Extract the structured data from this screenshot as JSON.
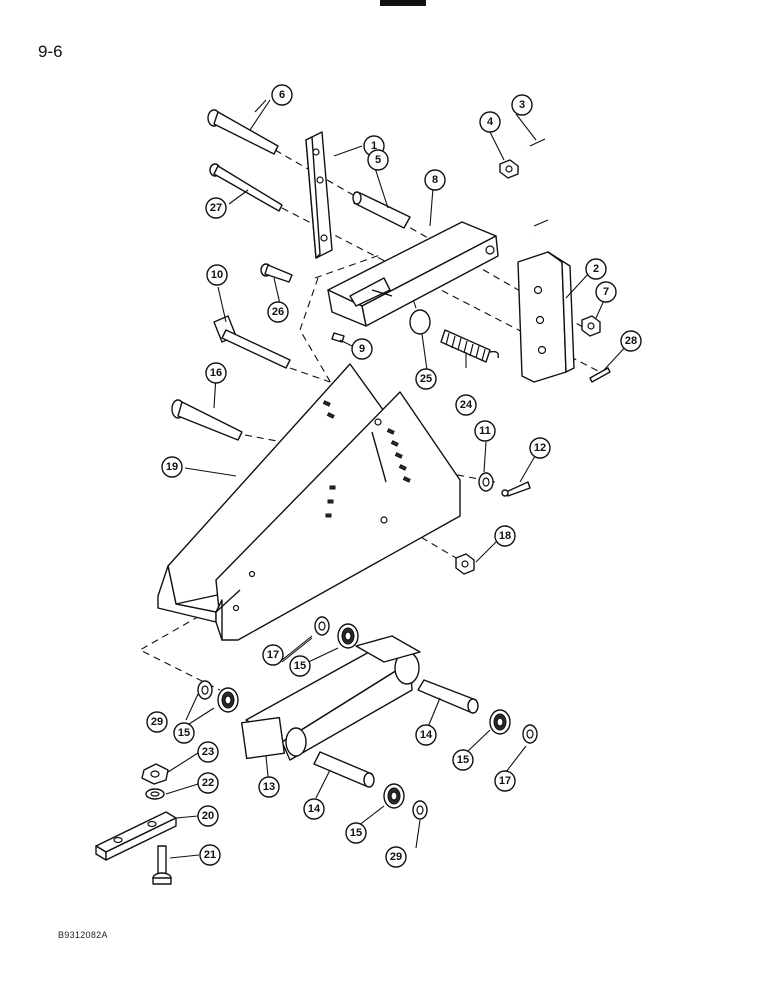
{
  "page": {
    "number": "9-6",
    "figure_code": "B9312082A"
  },
  "callouts": [
    "1",
    "2",
    "3",
    "4",
    "5",
    "6",
    "7",
    "8",
    "9",
    "10",
    "11",
    "12",
    "13",
    "14",
    "14",
    "15",
    "15",
    "15",
    "15",
    "16",
    "17",
    "17",
    "18",
    "19",
    "20",
    "21",
    "22",
    "23",
    "24",
    "25",
    "26",
    "27",
    "28",
    "29",
    "29"
  ]
}
